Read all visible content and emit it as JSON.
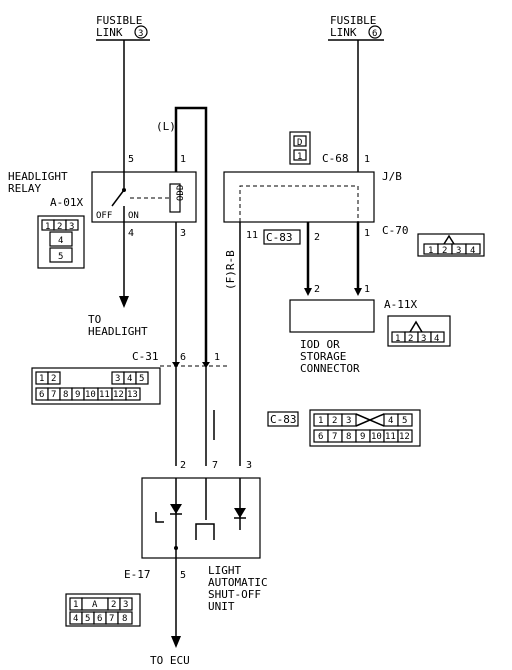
{
  "fusible_link_left": {
    "line1": "FUSIBLE",
    "line2": "LINK",
    "num": "3"
  },
  "fusible_link_right": {
    "line1": "FUSIBLE",
    "line2": "LINK",
    "num": "6"
  },
  "headlight_relay": {
    "line1": "HEADLIGHT",
    "line2": "RELAY",
    "code": "A-01X",
    "off": "OFF",
    "on": "ON",
    "odd": "ODD"
  },
  "jb": {
    "label": "J/B",
    "c68": "C-68",
    "c70": "C-70",
    "c83": "C-83"
  },
  "wires": {
    "l": "(L)",
    "rb": "(F)R-B"
  },
  "pins": {
    "p5": "5",
    "p1": "1",
    "p4": "4",
    "p3": "3",
    "p11": "11",
    "p2": "2",
    "p6": "6",
    "p7": "7"
  },
  "to_headlight": {
    "line1": "TO",
    "line2": "HEADLIGHT"
  },
  "iod": {
    "line1": "IOD OR",
    "line2": "STORAGE",
    "line3": "CONNECTOR",
    "code": "A-11X"
  },
  "c31": "C-31",
  "unit": {
    "code": "E-17",
    "line1": "LIGHT",
    "line2": "AUTOMATIC",
    "line3": "SHUT-OFF",
    "line4": "UNIT"
  },
  "to_ecu": "TO ECU",
  "badge_d": {
    "top": "D",
    "bottom": "1"
  },
  "conn_a01x": {
    "cells": [
      "1",
      "2",
      "3",
      "4",
      "5"
    ]
  },
  "conn_c70": {
    "cells": [
      "1",
      "2",
      "3",
      "4"
    ]
  },
  "conn_a11x": {
    "cells": [
      "1",
      "2",
      "3",
      "4"
    ]
  },
  "conn_c31": {
    "top": [
      "1",
      "2",
      "3",
      "4",
      "5"
    ],
    "bottom": [
      "6",
      "7",
      "8",
      "9",
      "10",
      "11",
      "12",
      "13"
    ]
  },
  "conn_c83": {
    "label": "C-83",
    "top": [
      "1",
      "2",
      "3",
      "4",
      "5"
    ],
    "bottom": [
      "6",
      "7",
      "8",
      "9",
      "10",
      "11",
      "12"
    ]
  },
  "conn_e17": {
    "top": [
      "1",
      "A",
      "2",
      "3"
    ],
    "bottom": [
      "4",
      "5",
      "6",
      "7",
      "8"
    ]
  }
}
